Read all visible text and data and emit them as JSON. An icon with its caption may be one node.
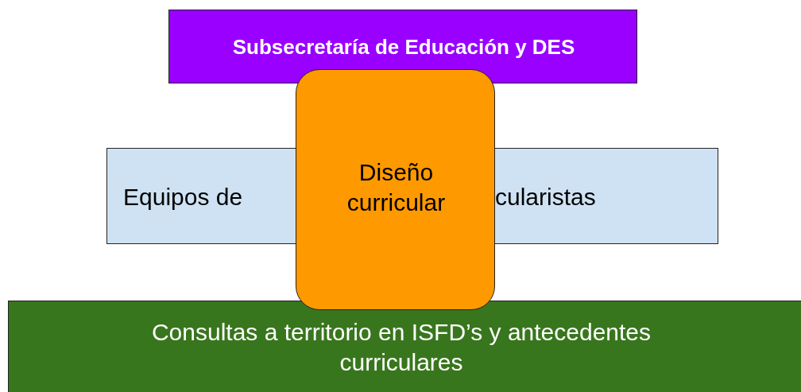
{
  "diagram": {
    "nodes": [
      {
        "text": [
          "Subsecretaría de Educación y DES"
        ]
      },
      {
        "text": [
          "Equipos de"
        ]
      },
      {
        "text": [
          "cularistas"
        ]
      },
      {
        "text": [
          "Diseño curricular"
        ]
      },
      {
        "text": [
          "Consultas a territorio en ISFD’s y antecedentes curriculares"
        ]
      }
    ]
  }
}
